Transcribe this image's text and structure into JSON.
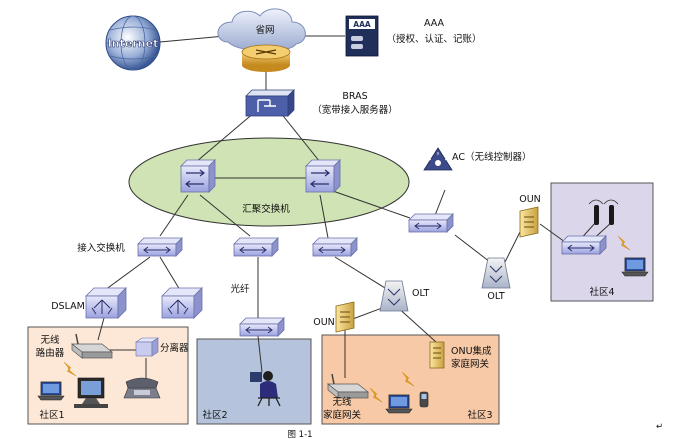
{
  "labels": {
    "internet": "Internet",
    "province_net": "省网",
    "aaa_title": "AAA",
    "aaa_desc": "（授权、认证、记账）",
    "bras": "BRAS",
    "bras_desc": "（宽带接入服务器）",
    "aggregation_switch": "汇聚交换机",
    "ac": "AC（无线控制器）",
    "access_switch": "接入交换机",
    "dslam": "DSLAM",
    "fiber": "光纤",
    "olt_center": "OLT",
    "olt_right": "OLT",
    "oun_top": "OUN",
    "oun_left": "OUN",
    "onu_gateway_line1": "ONU集成",
    "onu_gateway_line2": "家庭网关",
    "wireless_router_line1": "无线",
    "wireless_router_line2": "路由器",
    "splitter": "分离器",
    "wireless_gateway_line1": "无线",
    "wireless_gateway_line2": "家庭网关",
    "community1": "社区1",
    "community2": "社区2",
    "community3": "社区3",
    "community4": "社区4",
    "caption": "图 1-1",
    "return_mark": "↵"
  },
  "colors": {
    "ellipse_fill": "#cfe3b4",
    "community1_fill": "#fde8d8",
    "community2_fill": "#b5c4dc",
    "community3_fill": "#f7c9a6",
    "community4_fill": "#dcd6ea",
    "device_blue": "#b8bde8",
    "device_dark": "#3c4a8a",
    "link": "#333333",
    "wireless": "#e8a317"
  },
  "icons": [
    "globe-icon",
    "cloud-icon",
    "router-icon",
    "server-icon",
    "switch-icon",
    "ap-icon",
    "monitor-icon",
    "laptop-icon",
    "phone-icon"
  ]
}
